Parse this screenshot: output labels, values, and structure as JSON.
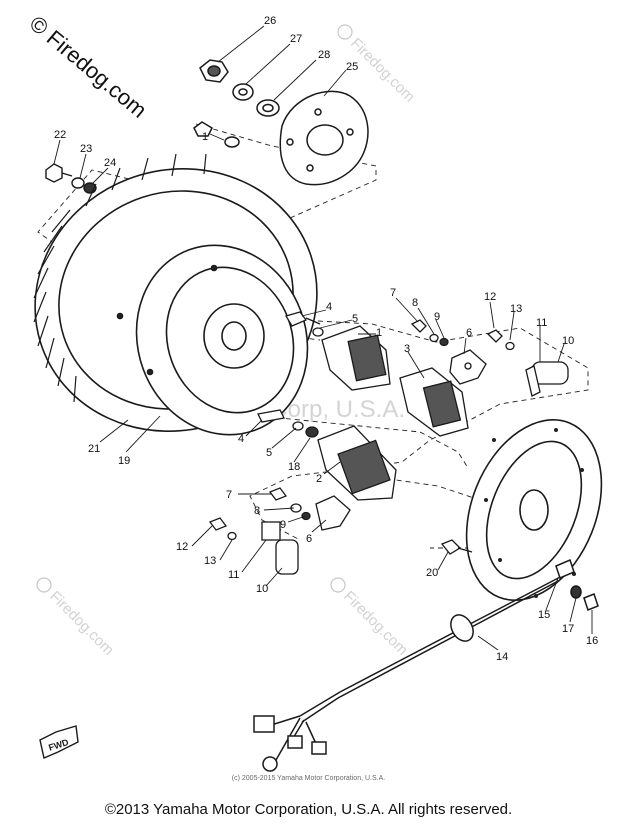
{
  "watermarks": {
    "firedog": "© Firedog.com",
    "center": "Yamaha Motor Corp, U.S.A."
  },
  "callouts": [
    {
      "id": "c26",
      "text": "26"
    },
    {
      "id": "c27",
      "text": "27"
    },
    {
      "id": "c28",
      "text": "28"
    },
    {
      "id": "c25",
      "text": "25"
    },
    {
      "id": "c1a",
      "text": "1"
    },
    {
      "id": "c22",
      "text": "22"
    },
    {
      "id": "c23",
      "text": "23"
    },
    {
      "id": "c24",
      "text": "24"
    },
    {
      "id": "c4a",
      "text": "4"
    },
    {
      "id": "c5a",
      "text": "5"
    },
    {
      "id": "c1b",
      "text": "1"
    },
    {
      "id": "c7a",
      "text": "7"
    },
    {
      "id": "c8a",
      "text": "8"
    },
    {
      "id": "c9a",
      "text": "9"
    },
    {
      "id": "c6a",
      "text": "6"
    },
    {
      "id": "c3",
      "text": "3"
    },
    {
      "id": "c12a",
      "text": "12"
    },
    {
      "id": "c13a",
      "text": "13"
    },
    {
      "id": "c11a",
      "text": "11"
    },
    {
      "id": "c10a",
      "text": "10"
    },
    {
      "id": "c21",
      "text": "21"
    },
    {
      "id": "c19",
      "text": "19"
    },
    {
      "id": "c4b",
      "text": "4"
    },
    {
      "id": "c5b",
      "text": "5"
    },
    {
      "id": "c18",
      "text": "18"
    },
    {
      "id": "c2",
      "text": "2"
    },
    {
      "id": "c7b",
      "text": "7"
    },
    {
      "id": "c8b",
      "text": "8"
    },
    {
      "id": "c9b",
      "text": "9"
    },
    {
      "id": "c6b",
      "text": "6"
    },
    {
      "id": "c12b",
      "text": "12"
    },
    {
      "id": "c13b",
      "text": "13"
    },
    {
      "id": "c11b",
      "text": "11"
    },
    {
      "id": "c10b",
      "text": "10"
    },
    {
      "id": "c20",
      "text": "20"
    },
    {
      "id": "c15",
      "text": "15"
    },
    {
      "id": "c17",
      "text": "17"
    },
    {
      "id": "c16",
      "text": "16"
    },
    {
      "id": "c14",
      "text": "14"
    }
  ],
  "fwd_badge": "FWD",
  "footer": {
    "small_copyright": "(c) 2005-2015 Yamaha Motor Corporation, U.S.A.",
    "main_copyright": "©2013 Yamaha Motor Corporation, U.S.A. All rights reserved."
  }
}
